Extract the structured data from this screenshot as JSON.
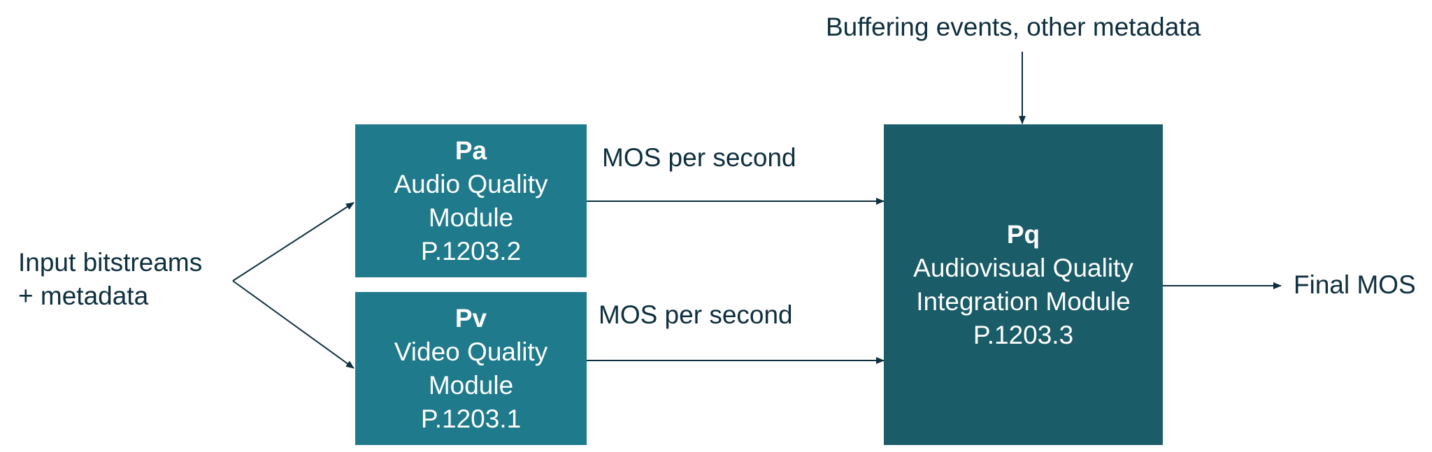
{
  "input_label": {
    "line1": "Input bitstreams",
    "line2": "+ metadata"
  },
  "metadata_label": "Buffering events, other metadata",
  "audio_module": {
    "code": "Pa",
    "name_line1": "Audio Quality",
    "name_line2": "Module",
    "standard": "P.1203.2",
    "output_label": "MOS per second"
  },
  "video_module": {
    "code": "Pv",
    "name_line1": "Video Quality",
    "name_line2": "Module",
    "standard": "P.1203.1",
    "output_label": "MOS per second"
  },
  "integration_module": {
    "code": "Pq",
    "name_line1": "Audiovisual Quality",
    "name_line2": "Integration Module",
    "standard": "P.1203.3"
  },
  "final_output_label": "Final MOS",
  "colors": {
    "audio_video_box": "#1f7a8c",
    "integration_box": "#1a5c68",
    "text": "#0e2f3e",
    "lines": "#0e2f3e"
  }
}
